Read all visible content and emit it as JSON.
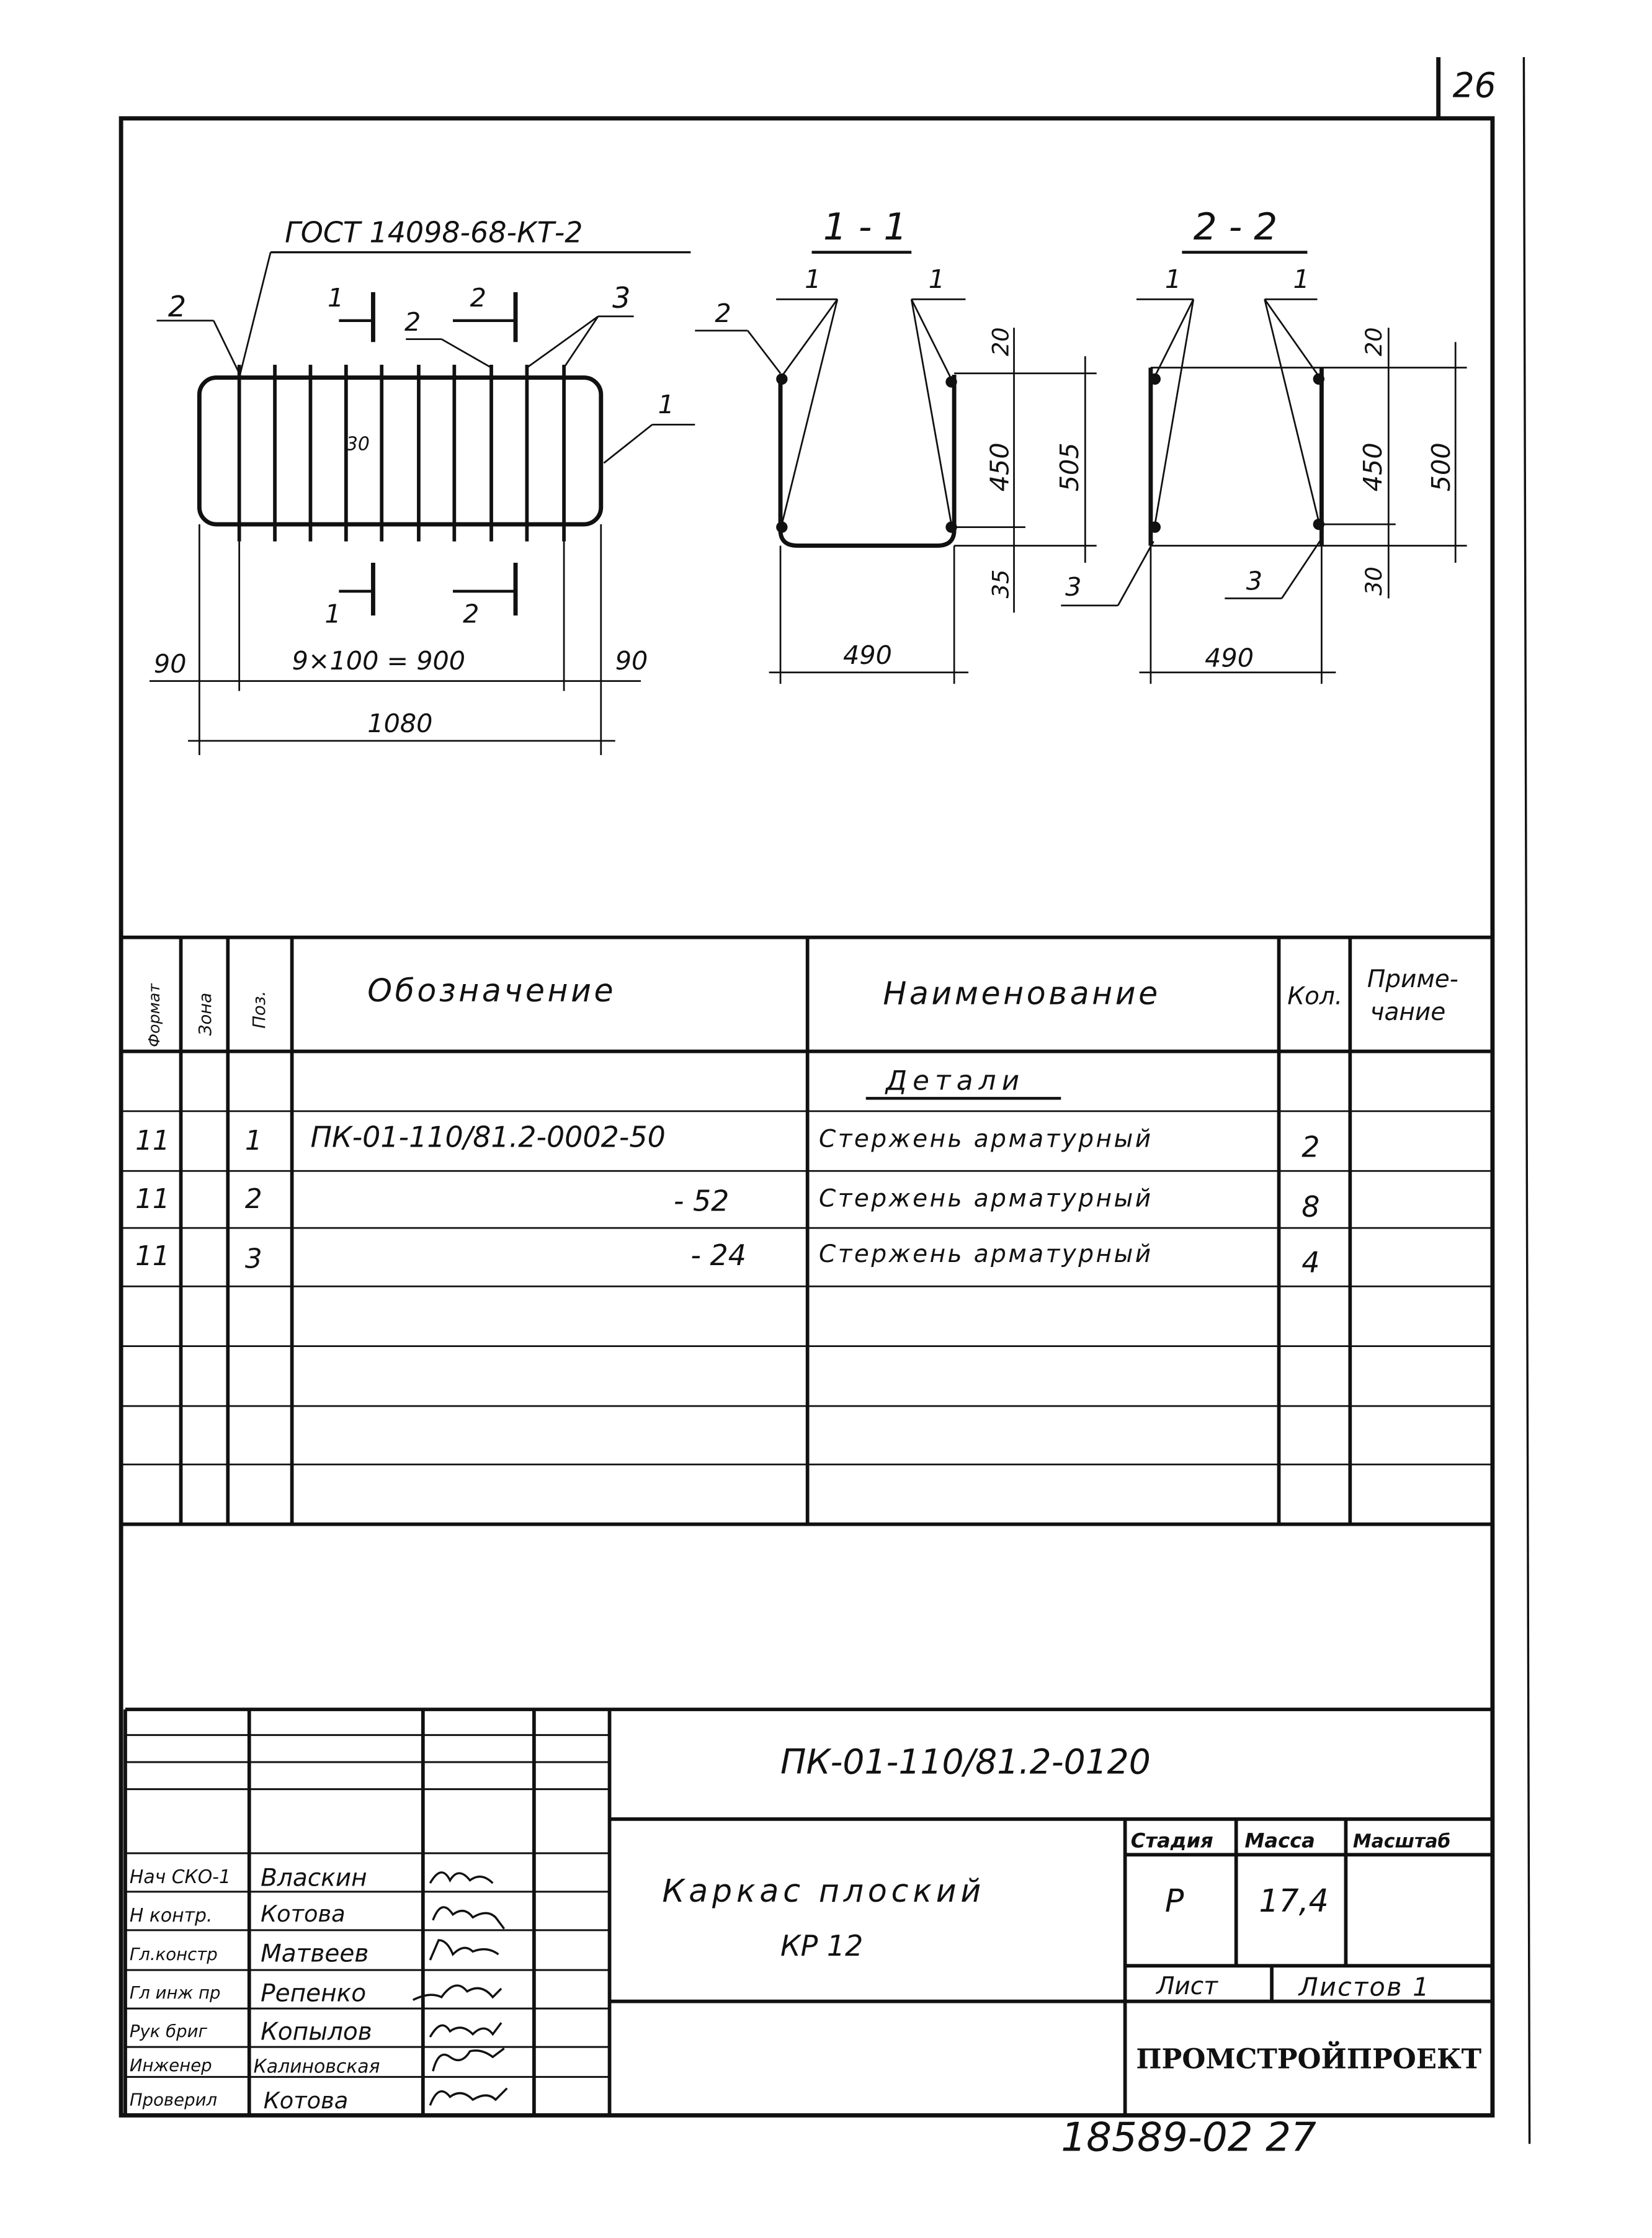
{
  "sheet_number": "26",
  "drawing": {
    "standard_note": "ГОСТ 14098-68-КТ-2",
    "plan_labels": {
      "pos_left": "2",
      "pos_mid": "2",
      "pos_right": "3",
      "pos_frame": "1",
      "cut1_top": "1",
      "cut2_top": "2",
      "cut1_bottom": "1",
      "cut2_bottom": "2",
      "spacing_30": "30"
    },
    "plan_dims": {
      "left": "90",
      "middle": "9×100 = 900",
      "right": "90",
      "total": "1080"
    },
    "section_1": {
      "title": "1 - 1",
      "pos_a": "1",
      "pos_b": "1",
      "pos_c": "2",
      "dim_top": "20",
      "dim_mid": "450",
      "dim_total": "505",
      "dim_bottom": "35",
      "dim_width": "490"
    },
    "section_2": {
      "title": "2 - 2",
      "pos_a": "1",
      "pos_b": "1",
      "pos_c": "3",
      "pos_d": "3",
      "dim_top": "20",
      "dim_mid": "450",
      "dim_total": "500",
      "dim_bottom": "30",
      "dim_width": "490"
    }
  },
  "spec_table": {
    "headers": {
      "format": "Формат",
      "zone": "Зона",
      "pos": "Поз.",
      "designation": "Обозначение",
      "name": "Наименование",
      "qty": "Кол.",
      "note_1": "Приме-",
      "note_2": "чание"
    },
    "section_title": "Детали",
    "rows": [
      {
        "format": "11",
        "pos": "1",
        "designation": "ПК-01-110/81.2-0002-50",
        "name": "Стержень арматурный",
        "qty": "2"
      },
      {
        "format": "11",
        "pos": "2",
        "designation": "- 52",
        "name": "Стержень арматурный",
        "qty": "8"
      },
      {
        "format": "11",
        "pos": "3",
        "designation": "- 24",
        "name": "Стержень арматурный",
        "qty": "4"
      }
    ]
  },
  "title_block": {
    "document_code": "ПК-01-110/81.2-0120",
    "title_line1": "Каркас  плоский",
    "title_line2": "КР 12",
    "stage_label": "Стадия",
    "mass_label": "Масса",
    "scale_label": "Масштаб",
    "stage": "Р",
    "mass": "17,4",
    "sheet_label": "Лист",
    "sheets_label": "Листов 1",
    "organization": "ПРОМСТРОЙПРОЕКТ",
    "signers": [
      {
        "role": "Нач СКО-1",
        "name": "Власкин"
      },
      {
        "role": "Н контр.",
        "name": "Котова"
      },
      {
        "role": "Гл.констр",
        "name": "Матвеев"
      },
      {
        "role": "Гл инж пр",
        "name": "Репенко"
      },
      {
        "role": "Рук бриг",
        "name": "Копылов"
      },
      {
        "role": "Инженер",
        "name": "Калиновская"
      },
      {
        "role": "Проверил",
        "name": "Котова"
      }
    ]
  },
  "footer_number": "18589-02 27"
}
